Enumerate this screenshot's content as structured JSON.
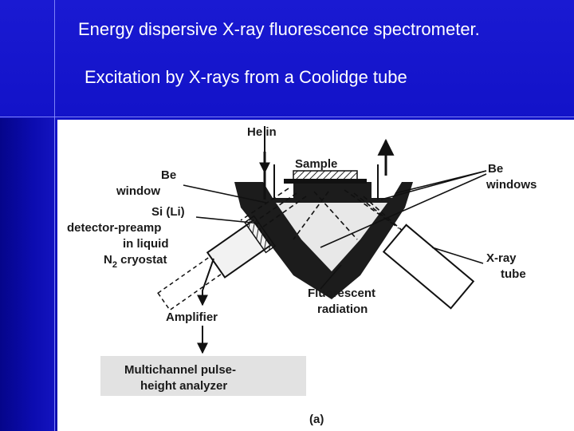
{
  "slide": {
    "title": "Energy dispersive X-ray fluorescence spectrometer.",
    "subtitle": "Excitation by X-rays from a Coolidge tube"
  },
  "diagram": {
    "labels": {
      "he_in": "He in",
      "sample": "Sample",
      "be_window_1": "Be",
      "be_window_2": "window",
      "be_windows_1": "Be",
      "be_windows_2": "windows",
      "detector_1": "Si (Li)",
      "detector_2": "detector-preamp",
      "detector_3": "in liquid",
      "detector_4_main": "N",
      "detector_4_sub": "2",
      "detector_4_rest": " cryostat",
      "xray_tube_1": "X-ray",
      "xray_tube_2": "tube",
      "fluorescent_1": "Fluorescent",
      "fluorescent_2": "radiation",
      "amplifier": "Amplifier",
      "analyzer_1": "Multichannel pulse-",
      "analyzer_2": "height analyzer",
      "caption": "(a)"
    }
  },
  "colors": {
    "slide_background": "#1010c8",
    "text": "#ffffff",
    "figure_background": "#ffffff",
    "ink": "#1a1a1a"
  }
}
